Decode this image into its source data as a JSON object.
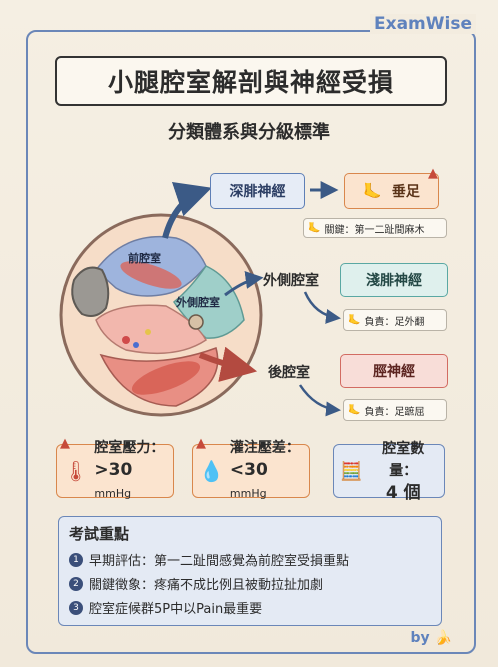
{
  "brand": "ExamWise",
  "title": "小腿腔室解剖與神經受損",
  "subtitle": "分類體系與分級標準",
  "diagram": {
    "compartment_labels": {
      "anterior": "前腔室",
      "lateral": "外側腔室"
    },
    "branches": [
      {
        "nerve": "深腓神經",
        "result": "垂足",
        "note": "關鍵：第一二趾間麻木"
      },
      {
        "compartment": "外側腔室",
        "nerve": "淺腓神經",
        "note": "負責：足外翻"
      },
      {
        "compartment": "後腔室",
        "nerve": "脛神經",
        "note": "負責：足蹠屈"
      }
    ]
  },
  "stats": [
    {
      "label": "腔室壓力：",
      "value": ">30",
      "unit": "mmHg",
      "icon": "thermometer-icon"
    },
    {
      "label": "灌注壓差：",
      "value": "<30",
      "unit": "mmHg",
      "icon": "blood-drop-icon"
    },
    {
      "label": "腔室數量：",
      "value": "4 個",
      "icon": "calculator-icon"
    }
  ],
  "exam": {
    "heading": "考試重點",
    "points": [
      {
        "num": "1",
        "text": "早期評估：第一二趾間感覺為前腔室受損重點"
      },
      {
        "num": "2",
        "text": "關鍵徵象：疼痛不成比例且被動拉扯加劇"
      },
      {
        "num": "3",
        "text": "腔室症候群5P中以Pain最重要"
      }
    ]
  },
  "byline": "by"
}
